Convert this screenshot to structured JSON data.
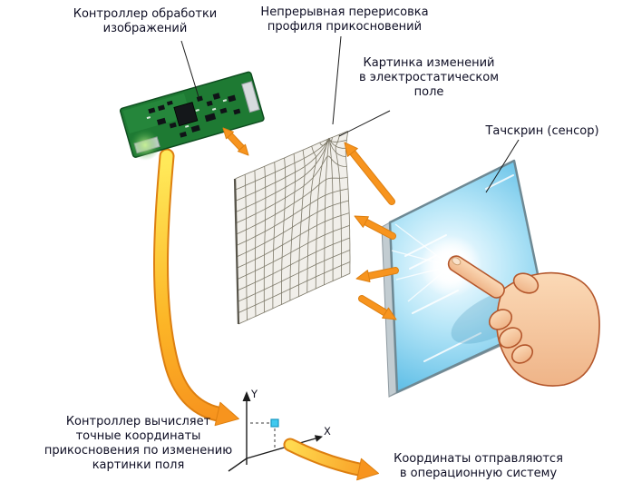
{
  "labels": {
    "controller": "Контроллер обработки\nизображений",
    "redraw": "Непрерывная перерисовка\nпрофиля прикосновений",
    "field_picture": "Картинка изменений\nв электростатическом\nполе",
    "touchscreen": "Тачскрин (сенсор)",
    "controller_computes": "Контроллер вычисляет\nточные координаты\nприкосновения по изменению\nкартинки поля",
    "coordinates_sent": "Координаты отправляются\nв операционную систему"
  },
  "axes": {
    "x_label": "X",
    "y_label": "Y"
  },
  "palette": {
    "arrow_orange": "#F7941E",
    "arrow_yellow": "#FFE959",
    "screen_blue": "#2FA3D9",
    "board_green": "#1E7A33",
    "mesh_gray": "#7D7969",
    "skin": "#F6C9A0",
    "text": "#0E0E24",
    "marker_cyan": "#3EC9EF"
  }
}
